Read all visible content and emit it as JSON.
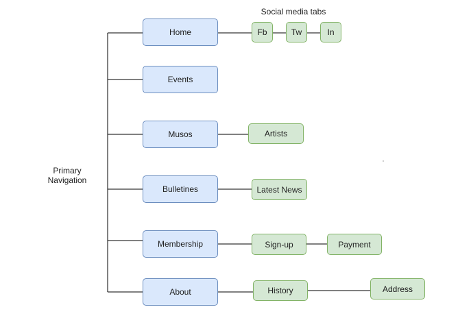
{
  "colors": {
    "primary_fill": "#dae8fc",
    "primary_border": "#6c8ebf",
    "secondary_fill": "#d5e8d4",
    "secondary_border": "#82b366",
    "line": "#000000"
  },
  "root": {
    "line1": "Primary",
    "line2": "Navigation"
  },
  "social_caption": "Social media tabs",
  "primary_nodes": [
    "Home",
    "Events",
    "Musos",
    "Bulletines",
    "Membership",
    "About"
  ],
  "children": {
    "home": [
      "Fb",
      "Tw",
      "In"
    ],
    "musos": [
      "Artists"
    ],
    "bulletines": [
      "Latest News"
    ],
    "membership": [
      "Sign-up",
      "Payment"
    ],
    "about": [
      "History",
      "Address"
    ]
  }
}
